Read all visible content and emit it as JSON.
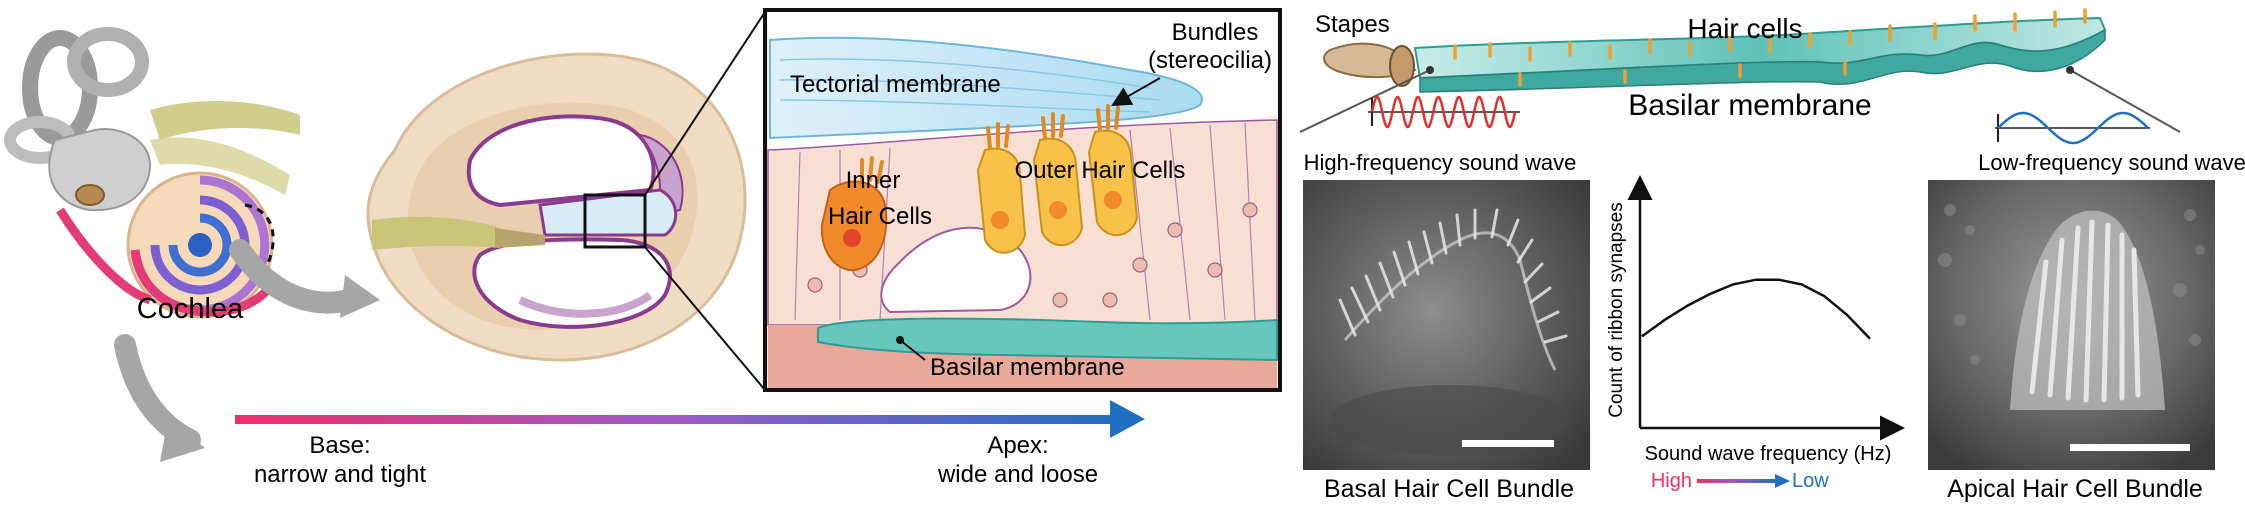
{
  "cochlea": {
    "label": "Cochlea"
  },
  "gradient_axis": {
    "base_title": "Base:",
    "base_desc": "narrow and tight",
    "apex_title": "Apex:",
    "apex_desc": "wide and loose",
    "start_color": "#ef2e6b",
    "mid_color": "#9a5ac8",
    "end_color": "#1f6fc2"
  },
  "organ_of_corti": {
    "tectorial_membrane": "Tectorial membrane",
    "bundles_line1": "Bundles",
    "bundles_line2": "(stereocilia)",
    "inner_hair_cells_line1": "Inner",
    "inner_hair_cells_line2": "Hair Cells",
    "outer_hair_cells": "Outer Hair Cells",
    "basilar_membrane": "Basilar membrane"
  },
  "unrolled_cochlea": {
    "stapes": "Stapes",
    "hair_cells": "Hair cells",
    "basilar_membrane": "Basilar membrane",
    "high_freq_wave": "High-frequency sound wave",
    "low_freq_wave": "Low-frequency sound wave"
  },
  "micrographs": {
    "basal_label": "Basal Hair Cell Bundle",
    "apical_label": "Apical Hair Cell Bundle"
  },
  "chart_data": {
    "type": "line",
    "title": "",
    "xlabel": "Sound wave frequency (Hz)",
    "ylabel": "Count of ribbon synapses",
    "x_direction_high": "High",
    "x_direction_low": "Low",
    "series": [
      {
        "x": [
          0.0,
          0.1,
          0.2,
          0.3,
          0.4,
          0.5,
          0.6,
          0.7,
          0.8,
          0.9,
          1.0
        ],
        "values": [
          0.38,
          0.45,
          0.51,
          0.56,
          0.6,
          0.62,
          0.62,
          0.6,
          0.55,
          0.47,
          0.37
        ]
      }
    ],
    "xlim": [
      0,
      1
    ],
    "ylim": [
      0,
      1
    ],
    "grid": false
  }
}
